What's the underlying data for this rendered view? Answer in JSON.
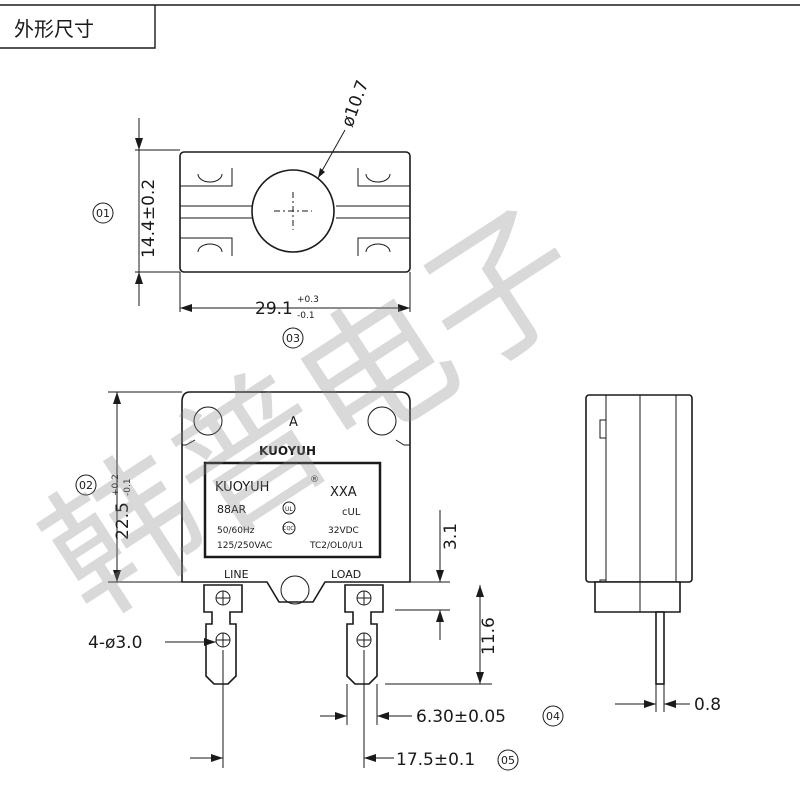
{
  "title": "外形尺寸",
  "watermark": "韩普电子",
  "dimensions": {
    "d1": {
      "tag": "01",
      "text": "14.4±0.2"
    },
    "d2": {
      "tag": "02",
      "base": "22.5",
      "upper": "+0.2",
      "lower": "-0.1"
    },
    "d3": {
      "tag": "03",
      "base": "29.1",
      "upper": "+0.3",
      "lower": "-0.1"
    },
    "d4": {
      "tag": "04",
      "text": "6.30±0.05"
    },
    "d5": {
      "tag": "05",
      "text": "17.5±0.1"
    },
    "diameter": "ø10.7",
    "holes": "4-ø3.0",
    "height_31": "3.1",
    "height_116": "11.6",
    "thickness": "0.8"
  },
  "front": {
    "letter": "A",
    "brand": "KUOYUH",
    "label": {
      "brand": "KUOYUH",
      "reg": "®",
      "model": "XXA",
      "rating": "88AR",
      "freq": "50/60Hz",
      "dc": "32VDC",
      "ac": "125/250VAC",
      "code": "TC2/OL0/U1",
      "cert1": "UL",
      "cert2": "CQC",
      "cert3": "cUL"
    },
    "line": "LINE",
    "load": "LOAD"
  }
}
